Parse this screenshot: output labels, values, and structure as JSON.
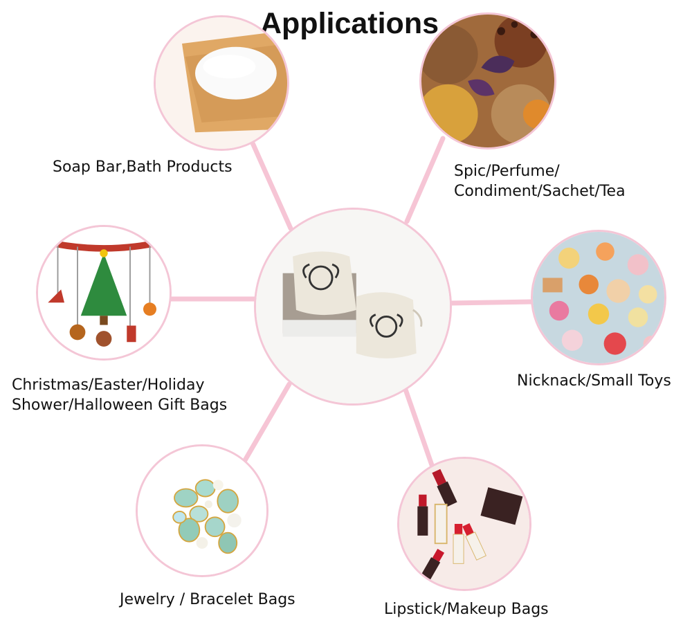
{
  "title": "Applications",
  "center": {
    "icon": "drawstring-pouch-icon"
  },
  "applications": [
    {
      "label_lines": [
        "Soap Bar,Bath Products"
      ],
      "icon": "soap-bar-icon"
    },
    {
      "label_lines": [
        "Spic/Perfume/",
        "Condiment/Sachet/Tea"
      ],
      "icon": "spices-icon"
    },
    {
      "label_lines": [
        "Christmas/Easter/Holiday",
        "Shower/Halloween Gift Bags"
      ],
      "icon": "christmas-decoration-icon"
    },
    {
      "label_lines": [
        "Nicknack/Small Toys"
      ],
      "icon": "small-toys-icon"
    },
    {
      "label_lines": [
        "Jewelry / Bracelet Bags"
      ],
      "icon": "jewelry-icon"
    },
    {
      "label_lines": [
        "Lipstick/Makeup Bags"
      ],
      "icon": "lipstick-icon"
    }
  ],
  "colors": {
    "connector": "#f4c6d6",
    "circle_border": "#f4c6d6",
    "text": "#111111"
  }
}
